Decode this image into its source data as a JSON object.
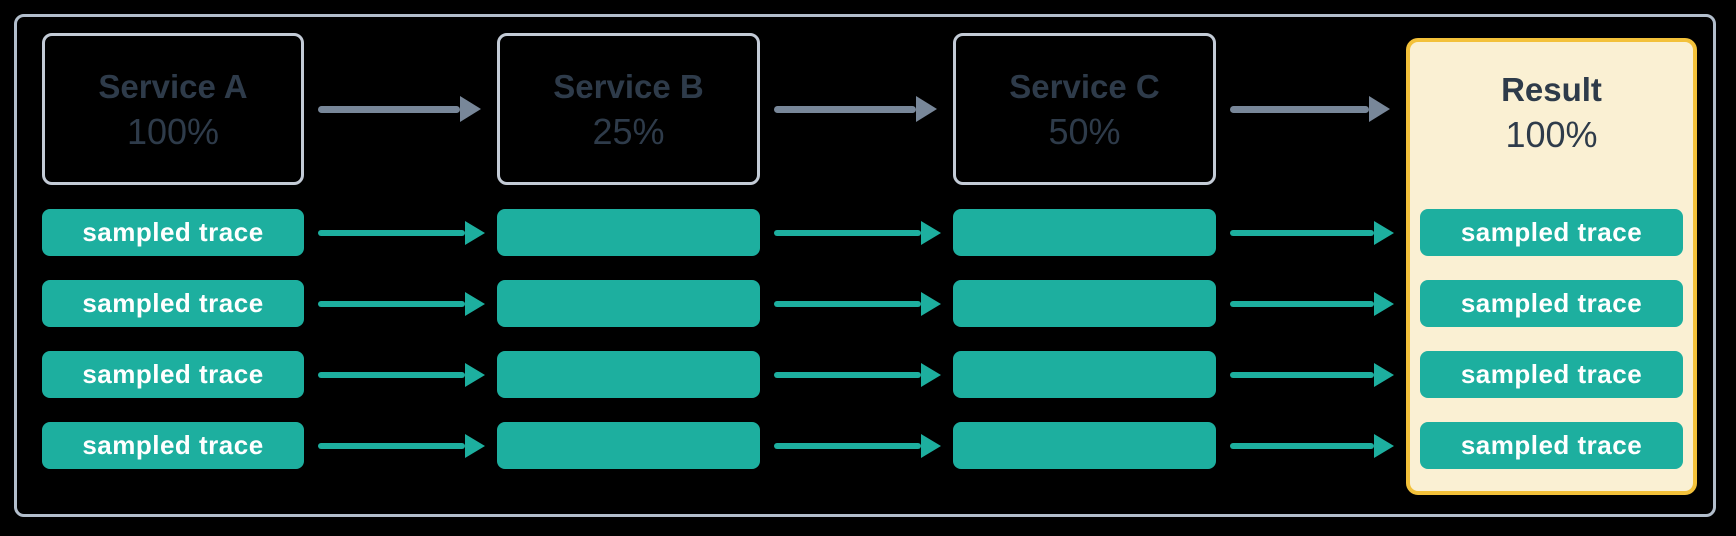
{
  "colors": {
    "background": "#000000",
    "frame-border": "#B2BECC",
    "box-border": "#C3CBD6",
    "text-dark": "#2E3B4A",
    "teal": "#1DAF9F",
    "arrow-gray": "#788799",
    "result-bg": "#FAF0D3",
    "result-border": "#F3C13A",
    "pill-text": "#FFFFFF"
  },
  "services": [
    {
      "name": "Service A",
      "rate": "100%"
    },
    {
      "name": "Service B",
      "rate": "25%"
    },
    {
      "name": "Service C",
      "rate": "50%"
    }
  ],
  "result": {
    "name": "Result",
    "rate": "100%"
  },
  "trace": {
    "label": "sampled trace",
    "rows": 4
  }
}
